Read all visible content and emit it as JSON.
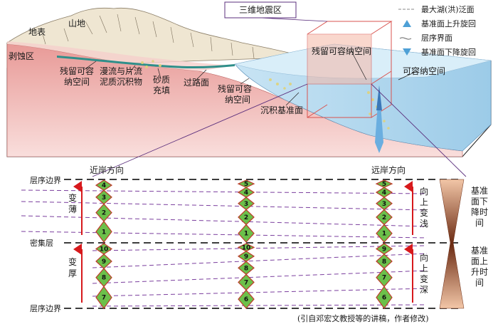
{
  "block": {
    "labels": {
      "surface": "地表",
      "mountain": "山地",
      "erosion_zone": "剥蚀区",
      "residual_space_1": "残留可容纳空间",
      "sheetflood_deposit": "漫流与片流泥质沉积物",
      "sand_fill": "砂质充填",
      "bypass_surface": "过路面",
      "residual_space_2": "残留可容纳空间",
      "sedimentary_base_level": "沉积基准面",
      "residual_space_3": "残留可容纳空间",
      "accommodation_space": "可容纳空间",
      "seismic_3d": "三维地震区"
    }
  },
  "legend": {
    "items": [
      {
        "label": "最大湖(洪)泛面",
        "icon": "dashed-line-icon"
      },
      {
        "label": "基准面上升旋回",
        "icon": "up-triangle-icon"
      },
      {
        "label": "层序界面",
        "icon": "wavy-line-icon"
      },
      {
        "label": "基准面下降旋回",
        "icon": "down-triangle-icon"
      }
    ]
  },
  "section": {
    "near_shore": "近岸方向",
    "far_shore": "远岸方向",
    "sequence_boundary_top": "层序边界",
    "condensed_layer": "密集层",
    "sequence_boundary_bottom": "层序边界",
    "thinning": "变薄",
    "thickening": "变厚",
    "upward_shallowing": "向上变浅",
    "upward_deepening": "向上变深",
    "base_falling_time": "基准面下降时间",
    "base_rising_time": "基准面上升时间",
    "citation": "(引自邓宏文教授等的讲稿，作者修改)",
    "columns": [
      {
        "upper": [
          "4",
          "3",
          "2",
          "1"
        ],
        "lower": [
          "10",
          "9",
          "8",
          "7"
        ]
      },
      {
        "upper": [
          "5",
          "4",
          "3",
          "2",
          "1"
        ],
        "lower": [
          "10",
          "9",
          "8",
          "7",
          "6"
        ]
      },
      {
        "upper": [
          "5",
          "4",
          "3",
          "2",
          "1"
        ],
        "lower": [
          "9",
          "8",
          "7",
          "6"
        ]
      }
    ]
  },
  "colors": {
    "diamond_fill": "#6cc04a",
    "diamond_stroke": "#c0392b",
    "arrow": "#d7191c",
    "correlation": "#7b3f9e",
    "water": "#a9d3ec",
    "land": "#f3c7c4"
  }
}
